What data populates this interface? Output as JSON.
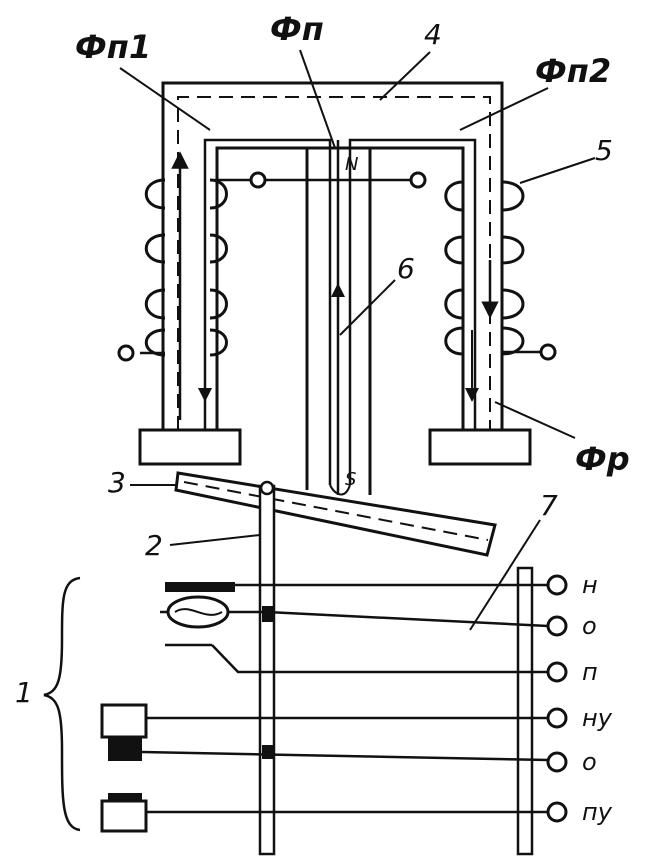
{
  "labels": {
    "flux_main": "Фп",
    "flux_1": "Фп1",
    "flux_2": "Фп2",
    "flux_r": "Фр",
    "pole_n": "N",
    "pole_s": "S",
    "ref_1": "1",
    "ref_2": "2",
    "ref_3": "3",
    "ref_4": "4",
    "ref_5": "5",
    "ref_6": "6",
    "ref_7": "7"
  },
  "terminals": [
    "н",
    "о",
    "п",
    "ну",
    "о",
    "пу"
  ],
  "colors": {
    "line": "#111111",
    "background": "#ffffff"
  }
}
